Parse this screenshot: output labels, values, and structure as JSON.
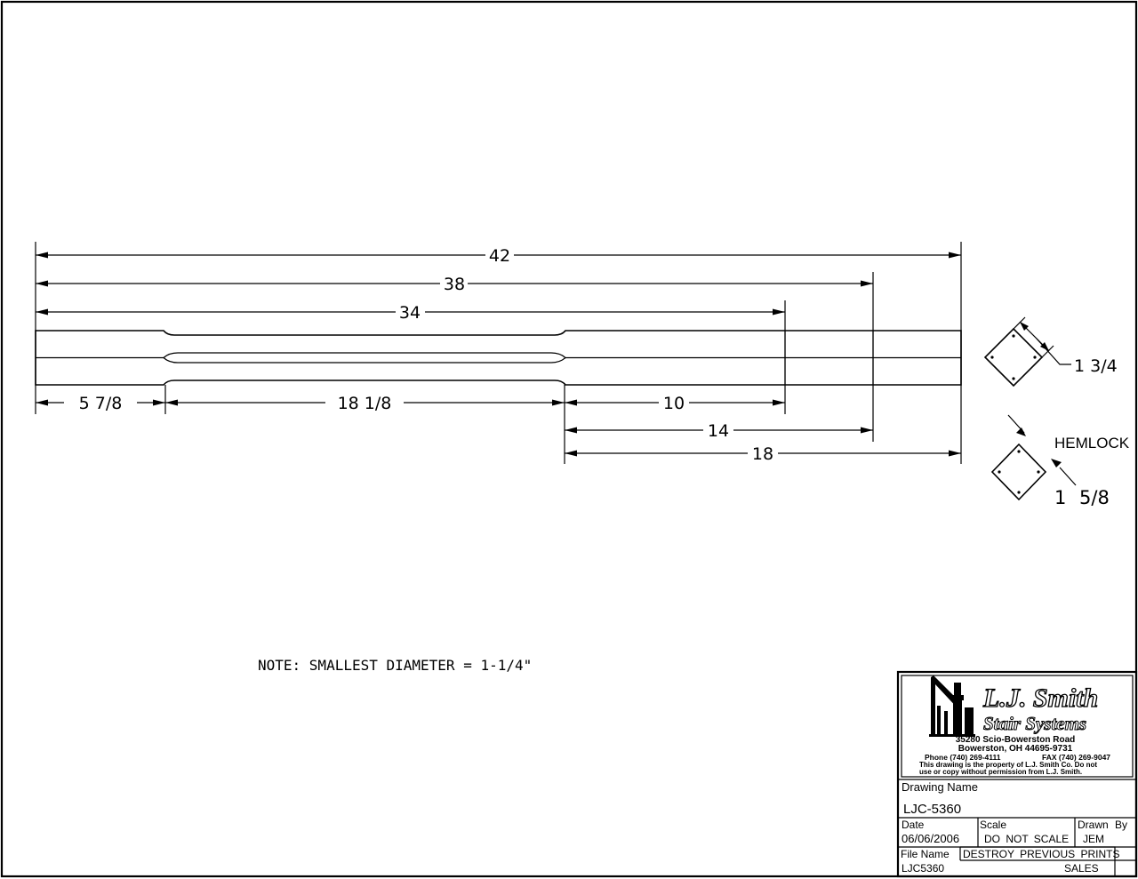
{
  "dimensions": {
    "overall_42": "42",
    "overall_38": "38",
    "overall_34": "34",
    "bottom_5_7_8": "5 7/8",
    "bottom_18_1_8": "18 1/8",
    "bottom_10": "10",
    "bottom_14": "14",
    "bottom_18": "18"
  },
  "sections": {
    "square_large": "1 3/4",
    "square_small": "1 5/8",
    "species": "HEMLOCK"
  },
  "note": "NOTE: SMALLEST DIAMETER = 1-1/4\"",
  "title_block": {
    "company_line1": "L.J. Smith",
    "company_line2": "Stair Systems",
    "address1": "35280 Scio-Bowerston Road",
    "address2": "Bowerston, OH 44695-9731",
    "phone": "Phone (740) 269-4111",
    "fax": "FAX (740) 269-9047",
    "property1": "This drawing is the property of L.J. Smith Co. Do not",
    "property2": "use or copy without permission from L.J. Smith.",
    "drawing_name_label": "Drawing Name",
    "drawing_name": "LJC-5360",
    "date_label": "Date",
    "date": "06/06/2006",
    "scale_label": "Scale",
    "scale": "DO NOT SCALE",
    "drawn_by_label": "Drawn By",
    "drawn_by": "JEM",
    "file_name_label": "File Name",
    "file_name": "LJC5360",
    "destroy": "DESTROY PREVIOUS PRINTS",
    "sales": "SALES"
  }
}
